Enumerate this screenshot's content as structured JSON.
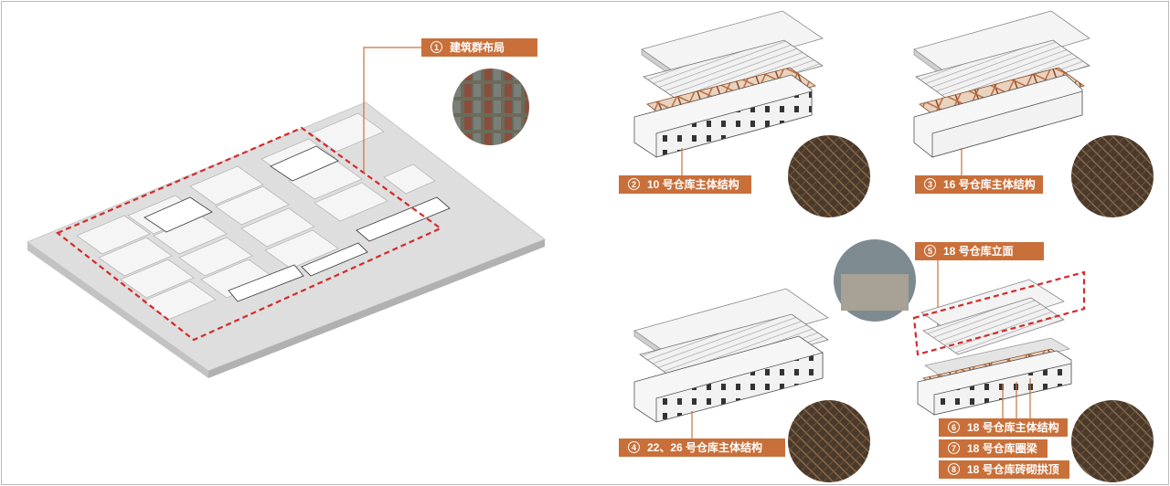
{
  "labels": {
    "l1": {
      "num": "1",
      "text": "建筑群布局"
    },
    "l2": {
      "num": "2",
      "text": "10 号仓库主体结构"
    },
    "l3": {
      "num": "3",
      "text": "16 号仓库主体结构"
    },
    "l4": {
      "num": "4",
      "text": "22、26 号仓库主体结构"
    },
    "l5": {
      "num": "5",
      "text": "18 号仓库立面"
    },
    "l6": {
      "num": "6",
      "text": "18 号仓库主体结构"
    },
    "l7": {
      "num": "7",
      "text": "18 号仓库圈梁"
    },
    "l8": {
      "num": "8",
      "text": "18 号仓库砖砌拱顶"
    }
  },
  "colors": {
    "accent": "#c9703a",
    "dashed_outline": "#d42a2a",
    "leader_line": "#c9703a",
    "timber": "#b6683d",
    "ground": "#dcdcdc"
  }
}
